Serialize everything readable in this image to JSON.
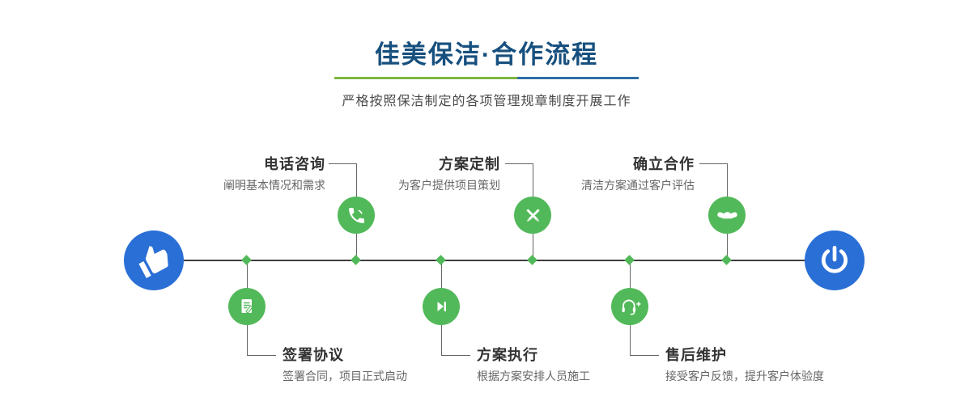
{
  "page": {
    "title": "佳美保洁·合作流程",
    "subtitle": "严格按照保洁制定的各项管理规章制度开展工作"
  },
  "colors": {
    "blue": "#2a6fd6",
    "green": "#52b95a",
    "title_color": "#17507e",
    "subtitle_color": "#4a4a4a",
    "divider_green": "#7db541",
    "divider_blue": "#2e6da4",
    "timeline_color": "#3d3d3d",
    "line_color": "#666666",
    "step_title_color": "#333333",
    "step_desc_color": "#666666"
  },
  "flow": {
    "start": {
      "icon": "pointing-hand-icon"
    },
    "end": {
      "icon": "power-icon"
    },
    "steps_top": [
      {
        "title": "电话咨询",
        "desc": "阐明基本情况和需求",
        "icon": "phone-icon"
      },
      {
        "title": "方案定制",
        "desc": "为客户提供项目策划",
        "icon": "pencil-tools-icon"
      },
      {
        "title": "确立合作",
        "desc": "清洁方案通过客户评估",
        "icon": "handshake-icon"
      }
    ],
    "steps_bottom": [
      {
        "title": "签署协议",
        "desc": "签署合同，项目正式启动",
        "icon": "contract-icon"
      },
      {
        "title": "方案执行",
        "desc": "根据方案安排人员施工",
        "icon": "play-icon"
      },
      {
        "title": "售后维护",
        "desc": "接受客户反馈，提升客户体验度",
        "icon": "headset-icon"
      }
    ]
  }
}
